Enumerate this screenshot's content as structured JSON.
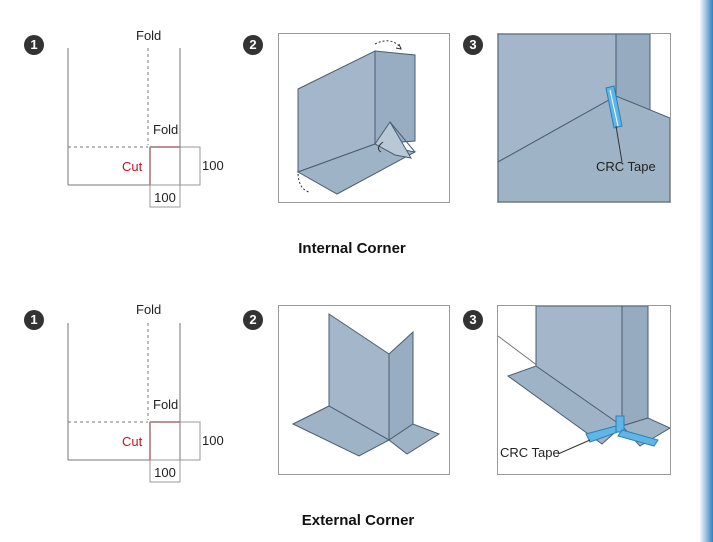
{
  "rows": [
    {
      "steps": [
        "1",
        "2",
        "3"
      ],
      "pattern": {
        "fold_label": "Fold",
        "inner_fold_label": "Fold",
        "cut_label": "Cut",
        "dim_right": "100",
        "dim_bottom": "100"
      },
      "tape_label": "CRC Tape",
      "title": "Internal Corner"
    },
    {
      "steps": [
        "1",
        "2",
        "3"
      ],
      "pattern": {
        "fold_label": "Fold",
        "inner_fold_label": "Fold",
        "cut_label": "Cut",
        "dim_right": "100",
        "dim_bottom": "100"
      },
      "tape_label": "CRC Tape",
      "title": "External Corner"
    }
  ],
  "colors": {
    "membrane": "#a4b7ca",
    "membrane_dark": "#8aa0b6",
    "tape": "#5fb6e6",
    "cut_line": "#c0141c",
    "edge_accent": "#2f7fc4"
  }
}
